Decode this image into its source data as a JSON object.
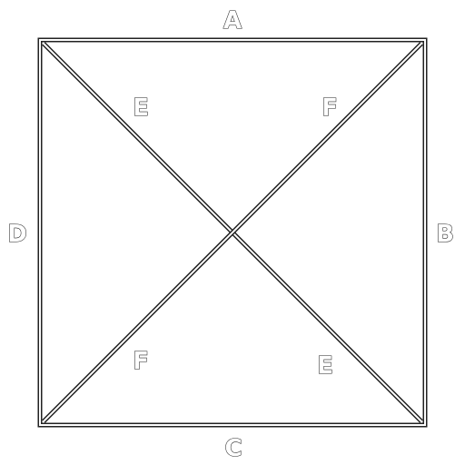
{
  "labels": {
    "top": "A",
    "right": "B",
    "bottom": "C",
    "left": "D",
    "diagonal_top_left": "E",
    "diagonal_bottom_right": "E",
    "diagonal_top_right": "F",
    "diagonal_bottom_left": "F"
  },
  "colors": {
    "line": "#222222",
    "background": "#ffffff"
  }
}
